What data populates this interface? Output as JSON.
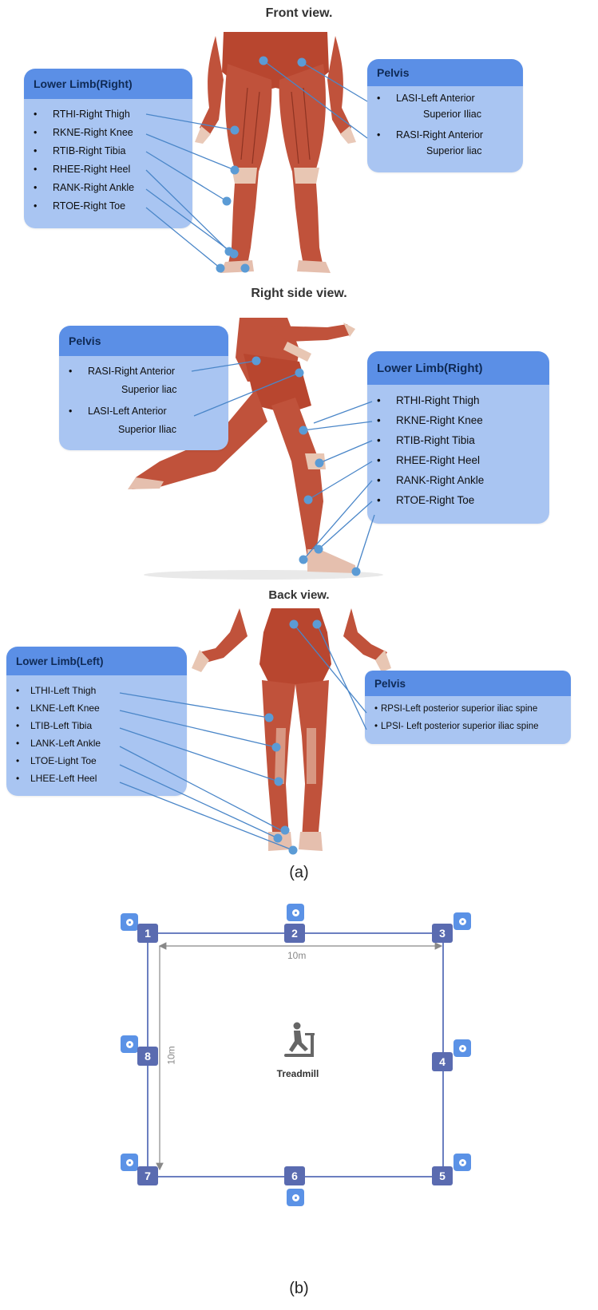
{
  "panel_a": {
    "front": {
      "title": "Front  view.",
      "left_box": {
        "header": "Lower Limb(Right)",
        "items": [
          "RTHI-Right Thigh",
          "RKNE-Right Knee",
          "RTIB-Right Tibia",
          "RHEE-Right Heel",
          "RANK-Right Ankle",
          "RTOE-Right Toe"
        ]
      },
      "right_box": {
        "header": "Pelvis",
        "items": [
          {
            "text": "LASI-Left Anterior",
            "cont": "Superior Iliac"
          },
          {
            "text": "RASI-Right Anterior",
            "cont": "Superior liac"
          }
        ]
      }
    },
    "side": {
      "title": "Right side view.",
      "left_box": {
        "header": "Pelvis",
        "items": [
          {
            "text": "RASI-Right Anterior",
            "cont": "Superior liac"
          },
          {
            "text": "LASI-Left Anterior",
            "cont": "Superior Iliac"
          }
        ]
      },
      "right_box": {
        "header": "Lower Limb(Right)",
        "items": [
          "RTHI-Right Thigh",
          "RKNE-Right Knee",
          "RTIB-Right Tibia",
          "RHEE-Right Heel",
          "RANK-Right Ankle",
          "RTOE-Right Toe"
        ]
      }
    },
    "back": {
      "title": "Back view.",
      "left_box": {
        "header": "Lower Limb(Left)",
        "items": [
          "LTHI-Left Thigh",
          "LKNE-Left Knee",
          "LTIB-Left Tibia",
          "LANK-Left Ankle",
          "LTOE-Light Toe",
          "LHEE-Left Heel"
        ]
      },
      "right_box": {
        "header": "Pelvis",
        "items": [
          "RPSI-Left posterior superior iliac spine",
          "LPSI- Left posterior superior iliac spine"
        ]
      }
    },
    "caption": "(a)"
  },
  "panel_b": {
    "nodes": [
      "1",
      "2",
      "3",
      "4",
      "5",
      "6",
      "7",
      "8"
    ],
    "dim_horizontal": "10m",
    "dim_vertical": "10m",
    "center_label": "Treadmill",
    "caption": "(b)"
  },
  "colors": {
    "box_bg": "#a9c5f2",
    "box_header": "#5b8fe6",
    "marker": "#5b9bd5",
    "line": "#4a86c8",
    "muscle": "#c0523b",
    "node": "#5a6bb0",
    "camera": "#5b92e6",
    "grid_line": "#6b7fc0"
  }
}
